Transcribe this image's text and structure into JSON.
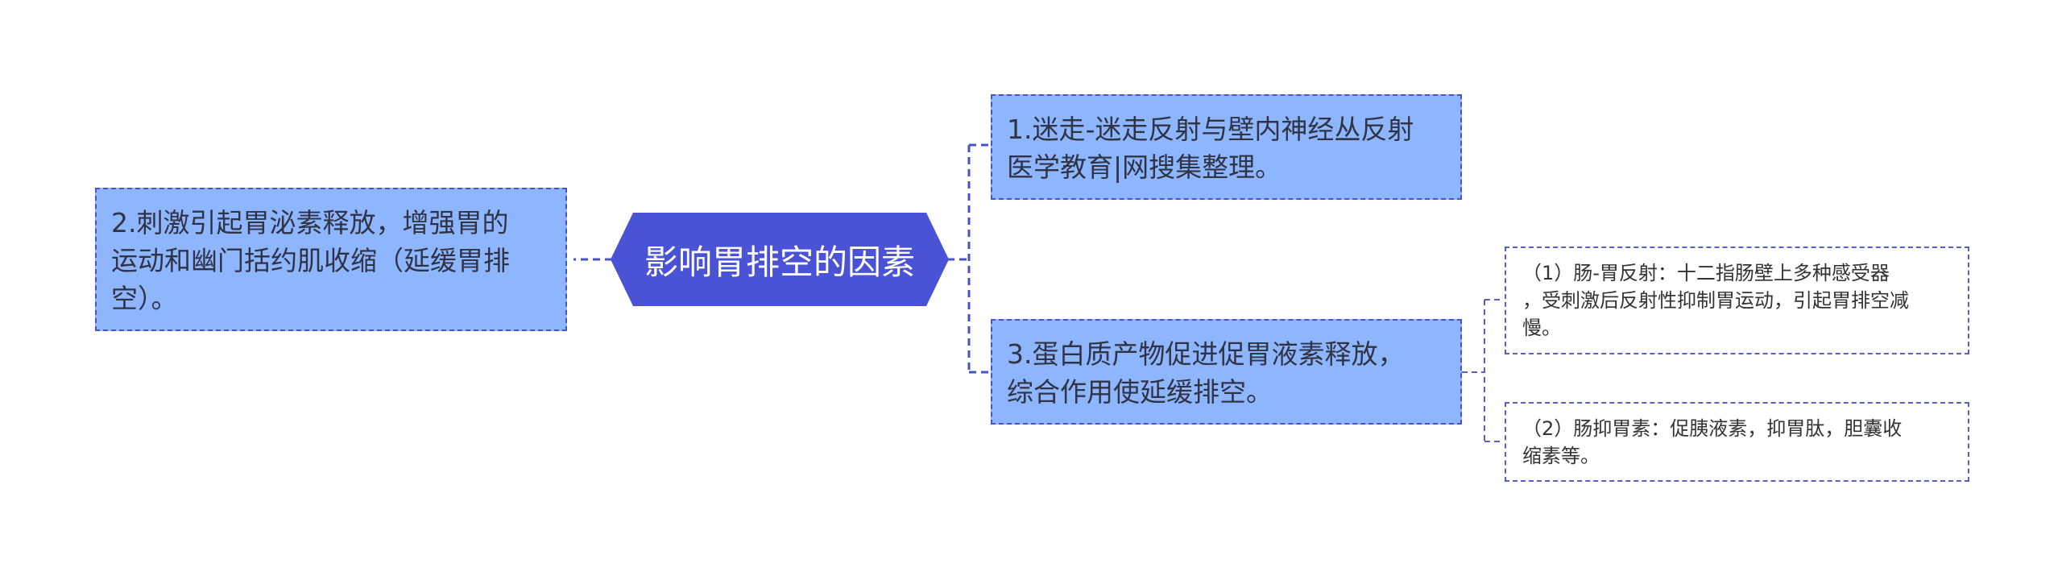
{
  "colors": {
    "center_fill": "#4a52d6",
    "node_fill": "#8eb6ff",
    "node_border": "#4a52c8",
    "connector": "#4a52c8"
  },
  "center": {
    "label": "影响胃排空的因素"
  },
  "left_node": {
    "text": "2.刺激引起胃泌素释放，增强胃的\n运动和幽门括约肌收缩（延缓胃排\n空）。"
  },
  "right_nodes": [
    {
      "text": "1.迷走-迷走反射与壁内神经丛反射\n医学教育|网搜集整理。"
    },
    {
      "text": "3.蛋白质产物促进促胃液素释放，\n综合作用使延缓排空。"
    }
  ],
  "leaf_nodes": [
    {
      "text": "（1）肠-胃反射：十二指肠壁上多种感受器\n，受刺激后反射性抑制胃运动，引起胃排空减\n慢。"
    },
    {
      "text": "（2）肠抑胃素：促胰液素，抑胃肽，胆囊收\n缩素等。"
    }
  ]
}
